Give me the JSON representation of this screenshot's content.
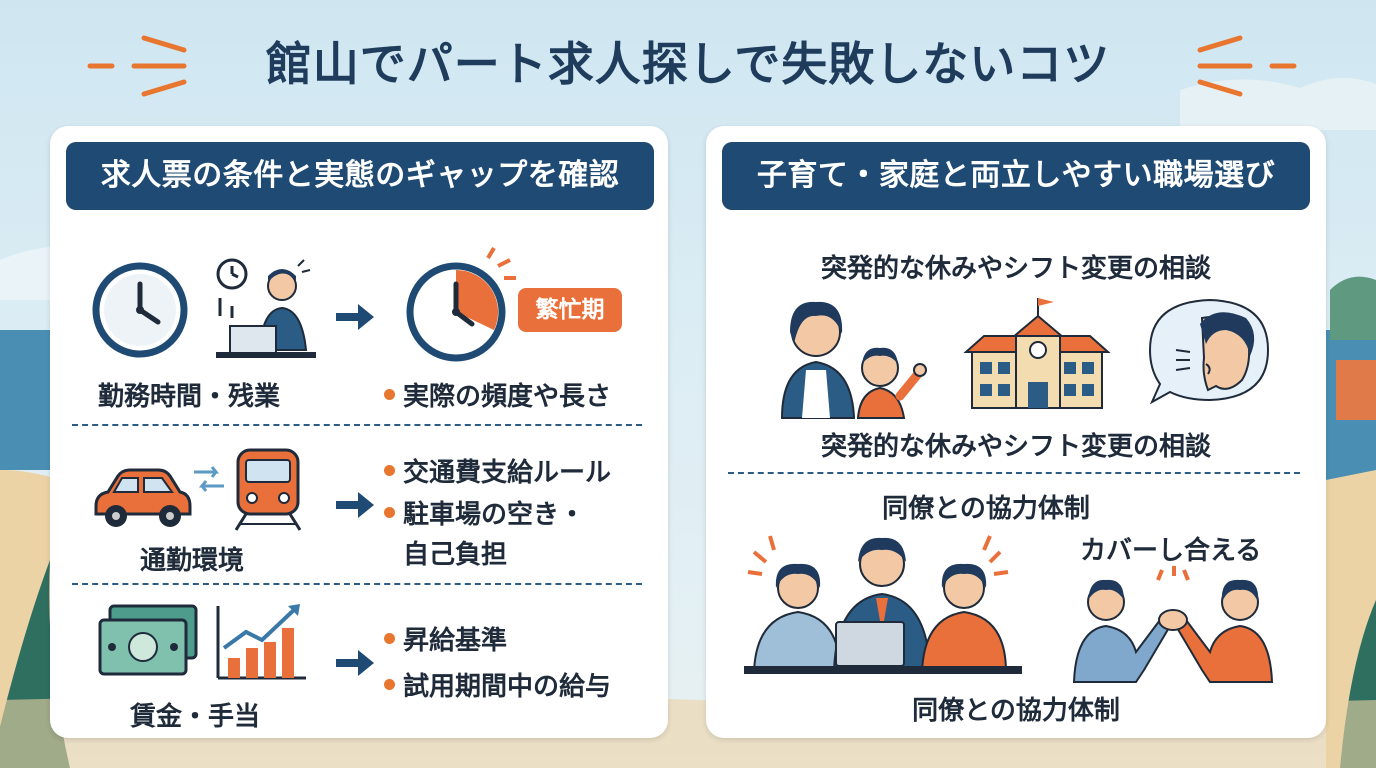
{
  "title": "館山でパート求人探しで失敗しないコツ",
  "left": {
    "header": "求人票の条件と実態のギャップを確認",
    "rows": [
      {
        "label": "勤務時間・残業",
        "badge": "繁忙期",
        "bullets": [
          "実際の頻度や長さ"
        ]
      },
      {
        "label": "通勤環境",
        "bullets": [
          "交通費支給ルール",
          "駐車場の空き・",
          "自己負担"
        ]
      },
      {
        "label": "賃金・手当",
        "bullets": [
          "昇給基準",
          "試用期間中の給与"
        ]
      }
    ]
  },
  "right": {
    "header": "子育て・家庭と両立しやすい職場選び",
    "section1": {
      "top": "突発的な休みやシフト変更の相談",
      "bottom": "突発的な休みやシフト変更の相談"
    },
    "section2": {
      "top": "同僚との協力体制",
      "side": "カバーし合える",
      "bottom": "同僚との協力体制"
    }
  },
  "colors": {
    "navy": "#1f4a73",
    "orange": "#e8762f",
    "title": "#1f3c5c"
  }
}
